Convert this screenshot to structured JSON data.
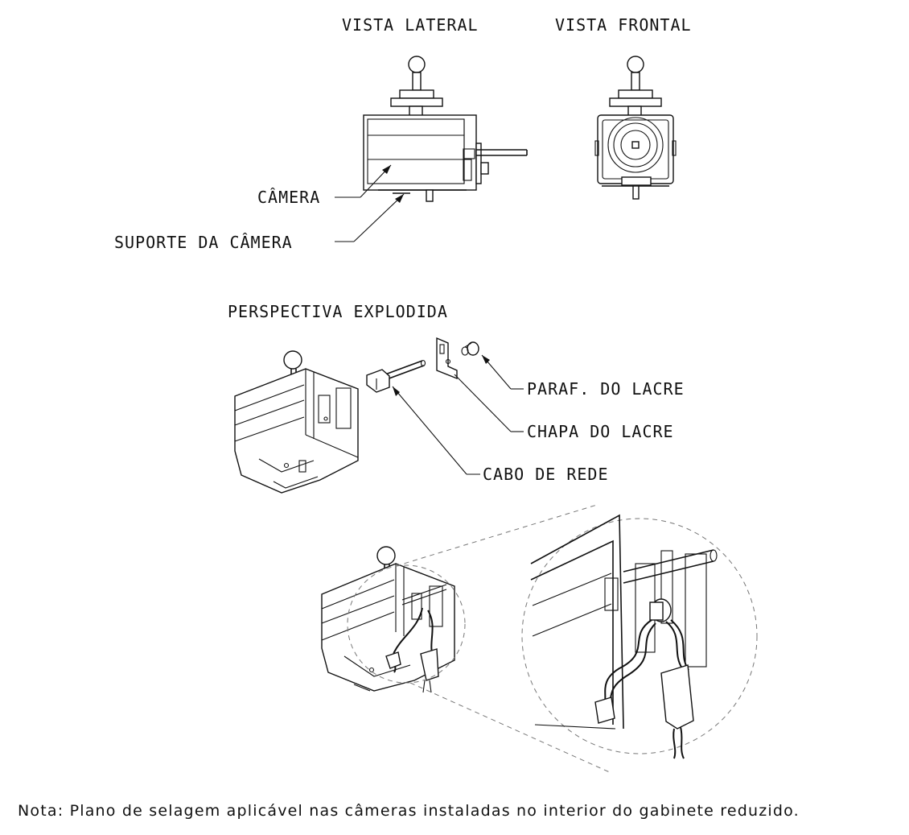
{
  "views": {
    "side_view_title": "VISTA LATERAL",
    "front_view_title": "VISTA FRONTAL",
    "exploded_title": "PERSPECTIVA EXPLODIDA"
  },
  "labels": {
    "camera": "CÂMERA",
    "camera_support": "SUPORTE DA CÂMERA",
    "seal_screw": "PARAF. DO LACRE",
    "seal_plate": "CHAPA DO LACRE",
    "network_cable": "CABO DE REDE"
  },
  "note": "Nota: Plano de selagem aplicável nas câmeras instaladas no interior do gabinete reduzido."
}
